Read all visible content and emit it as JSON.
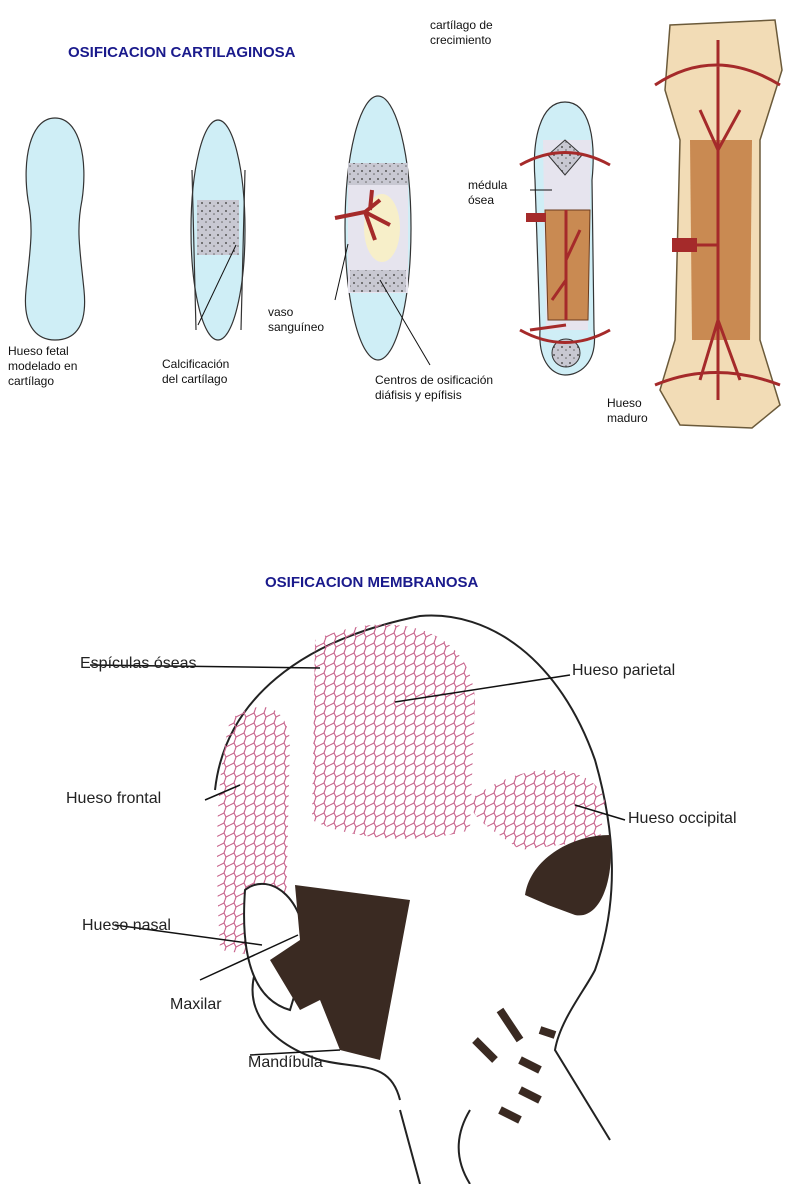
{
  "cartilaginosa": {
    "title": "OSIFICACION CARTILAGINOSA",
    "labels": {
      "fetal": "Hueso fetal\nmodelado en\ncartílago",
      "calcificacion": "Calcificación\ndel cartílago",
      "vaso": "vaso\nsanguíneo",
      "centros": "Centros de osificación\ndiáfisis y epífisis",
      "cartilago_crecimiento": "cartílago de\ncrecimiento",
      "medula": "médula\nósea",
      "maduro": "Hueso\nmaduro"
    }
  },
  "membranosa": {
    "title": "OSIFICACION MEMBRANOSA",
    "labels": {
      "espiculas": "Espículas óseas",
      "parietal": "Hueso parietal",
      "frontal": "Hueso frontal",
      "occipital": "Hueso occipital",
      "nasal": "Hueso nasal",
      "maxilar": "Maxilar",
      "mandibula": "Mandíbula"
    }
  },
  "colors": {
    "title": "#1a1a8c",
    "cartilage": "#cfeef6",
    "bone": "#f2dcb6",
    "marrow": "#c98a52",
    "vessel": "#a52a2a",
    "spicule": "#c9668e",
    "dark": "#3a2a22"
  }
}
